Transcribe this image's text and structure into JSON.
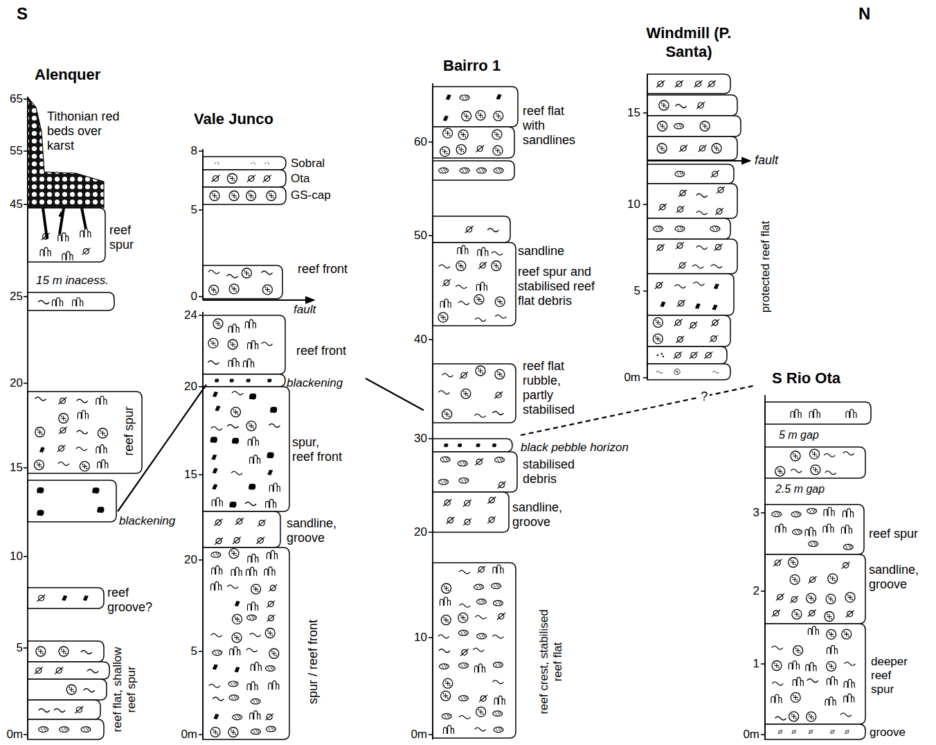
{
  "diagram": {
    "nodes": [
      {
        "text": [
          "Alenquer"
        ]
      },
      {
        "text": [
          "Vale Junco"
        ]
      },
      {
        "text": [
          "Bairro 1"
        ]
      },
      {
        "text": [
          "Windmill (P. Santa)"
        ]
      },
      {
        "text": [
          "S Rio Ota"
        ]
      }
    ],
    "edges": [
      {
        "from": 0,
        "to": 1,
        "arrow": "none"
      },
      {
        "from": 1,
        "to": 2,
        "arrow": "none"
      },
      {
        "from": 2,
        "to": 4,
        "arrow": "none",
        "label": "?"
      }
    ],
    "labels": [
      "S",
      "N",
      "65",
      "55",
      "45",
      "25",
      "20",
      "15",
      "10",
      "5",
      "0m",
      "Tithonian red beds over karst",
      "reef spur",
      "15 m inacess.",
      "reef spur",
      "blackening",
      "reef groove?",
      "reef flat, shallow reef spur",
      "8",
      "5",
      "0",
      "24",
      "20",
      "15",
      "20",
      "5",
      "0m",
      "Sobral",
      "Ota",
      "GS-cap",
      "reef front",
      "fault",
      "reef front",
      "blackening",
      "spur, reef front",
      "sandline, groove",
      "spur / reef front",
      "60",
      "50",
      "40",
      "30",
      "20",
      "10",
      "0m",
      "reef flat with sandlines",
      "sandline",
      "reef spur and stabilised reef flat debris",
      "reef flat rubble, partly stabilised",
      "black pebble horizon",
      "stabilised debris",
      "sandline, groove",
      "reef crest, stabilised reef flat",
      "15",
      "10",
      "5",
      "0m",
      "fault",
      "protected reef flat",
      "3",
      "2",
      "1",
      "0m",
      "5 m gap",
      "2.5 m gap",
      "reef spur",
      "sandline, groove",
      "deeper reef spur",
      "groove"
    ]
  }
}
